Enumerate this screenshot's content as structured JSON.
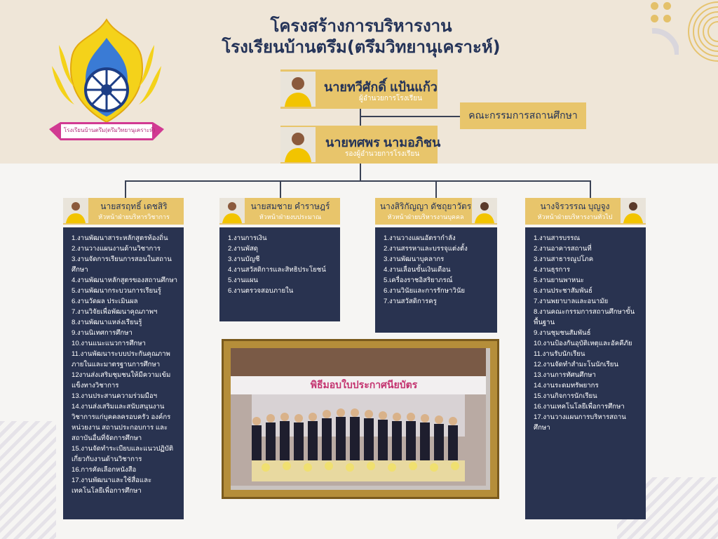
{
  "header": {
    "title_line1": "โครงสร้างการบริหารงาน",
    "title_line2": "โรงเรียนบ้านตรึม(ตรึมวิทยานุเคราะห์)"
  },
  "logo": {
    "ribbon_text": "โรงเรียนบ้านตรึม(ตรึมวิทยานุเคราะห์)"
  },
  "director": {
    "name": "นายทวีศักดิ์ แป้นแก้ว",
    "role": "ผู้อำนวยการโรงเรียน"
  },
  "committee": {
    "label": "คณะกรรมการสถานศึกษา"
  },
  "deputy": {
    "name": "นายทศพร นามอภิชน",
    "role": "รองผู้อำนวยการโรงเรียน"
  },
  "departments": [
    {
      "name": "นายสรฤทธิ์ เดชสิริ",
      "role": "หัวหน้าฝ่ายบริหารวิชาการ",
      "tasks": [
        "1.งานพัฒนาสาระหลักสูตรท้องถิ่น",
        "2.งานวางแผนงานด้านวิชาการ",
        "3.งานจัดการเรียนการสอนในสถานศึกษา",
        "4.งานพัฒนาหลักสูตรของสถานศึกษา",
        "5.งานพัฒนากระบวนการเรียนรู้",
        "6.งานวัดผล ประเมินผล",
        "7.งานวิจัยเพื่อพัฒนาคุณภาพฯ",
        "8.งานพัฒนาแหล่งเรียนรู้",
        "9.งานนิเทศการศึกษา",
        "10.งานแนะแนวการศึกษา",
        "11.งานพัฒนาระบบประกันคุณภาพภายในและมาตรฐานการศึกษา",
        "12งานส่งเสริมชุมชนให้มีความเข้มแข็งทางวิชาการ",
        "13.งานประสานความร่วมมือฯ",
        "14.งานส่งเสริมและสนับสนุนงานวิชาการแก่บุคคลครอบครัว องค์กร หน่วยงาน สถานประกอบการ และสถาบันอื่นที่จัดการศึกษา",
        "15.งานจัดทำระเบียบและแนวปฏิบัติเกี่ยวกับงานด้านวิชาการ",
        "16.การคัดเลือกหนังสือ",
        "17.งานพัฒนาและใช้สื่อและเทคโนโลยีเพื่อการศึกษา"
      ]
    },
    {
      "name": "นายสมชาย คำราษฎร์",
      "role": "หัวหน้าฝ่ายงบประมาณ",
      "tasks": [
        "1.งานการเงิน",
        "2.งานพัสดุ",
        "3.งานบัญชี",
        "4.งานสวัสดิการและสิทธิประโยชน์",
        "5.งานแผน",
        "6.งานตรวจสอบภายใน"
      ]
    },
    {
      "name": "นางสิริกัญญา ดัชถุยาวัตร",
      "role": "หัวหน้าฝ่ายบริหารงานบุคคล",
      "tasks": [
        "1.งานวางแผนอัตรากำลัง",
        "2.งานสรรหาและบรรจุแต่งตั้ง",
        "3.งานพัฒนาบุคลากร",
        "4.งานเลื่อนขั้นเงินเดือน",
        "5.เครื่องราชอิสริยาภรณ์",
        "6.งานวินัยและการรักษาวินัย",
        "7.งานสวัสดิการครู"
      ]
    },
    {
      "name": "นางจิรวรรณ บุญจูง",
      "role": "หัวหน้าฝ่ายบริหารงานทั่วไป",
      "tasks": [
        "1.งานสารบรรณ",
        "2.งานอาคารสถานที่",
        "3.งานสาธารณูปโภค",
        "4.งานธุรการ",
        "5.งานยานพาหนะ",
        "6.งานประชาสัมพันธ์",
        "7.งานพยาบาลและอนามัย",
        "8.งานคณะกรรมการสถานศึกษาขั้นพื้นฐาน",
        "9.งานชุมชนสัมพันธ์",
        "10.งานป้องกันอุบัติเหตุและอัคคีภัย",
        "11.งานรับนักเรียน",
        "12.งานจัดทำสำมะโนนักเรียน",
        "13.งานการทัศนศึกษา",
        "14.งานระดมทรัพยากร",
        "15.งานกิจการนักเรียน",
        "16.งานเทคโนโลยีเพื่อการศึกษา",
        "17.งานวางแผนการบริหารสถานศึกษา"
      ]
    }
  ],
  "photo": {
    "banner_text": "พิธีมอบใบประกาศนียบัตร"
  },
  "colors": {
    "navy": "#293350",
    "gold": "#e8c56b",
    "title": "#243358"
  }
}
